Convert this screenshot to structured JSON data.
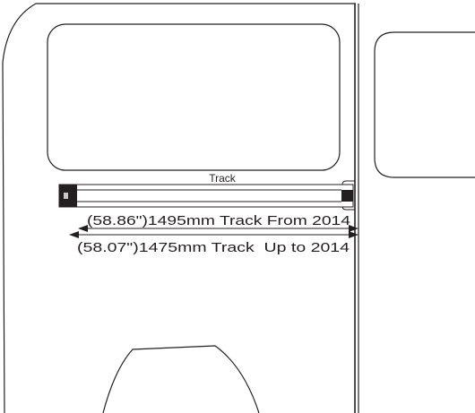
{
  "diagram": {
    "track_label": "Track",
    "measurement_from_2014": "(58.86\")1495mm Track From 2014",
    "measurement_up_to_2014": "(58.07\")1475mm Track  Up to 2014"
  },
  "colors": {
    "line": "#231f20",
    "background": "#ffffff",
    "end_cap": "#231f20",
    "bolt": "#c8c8c8"
  }
}
